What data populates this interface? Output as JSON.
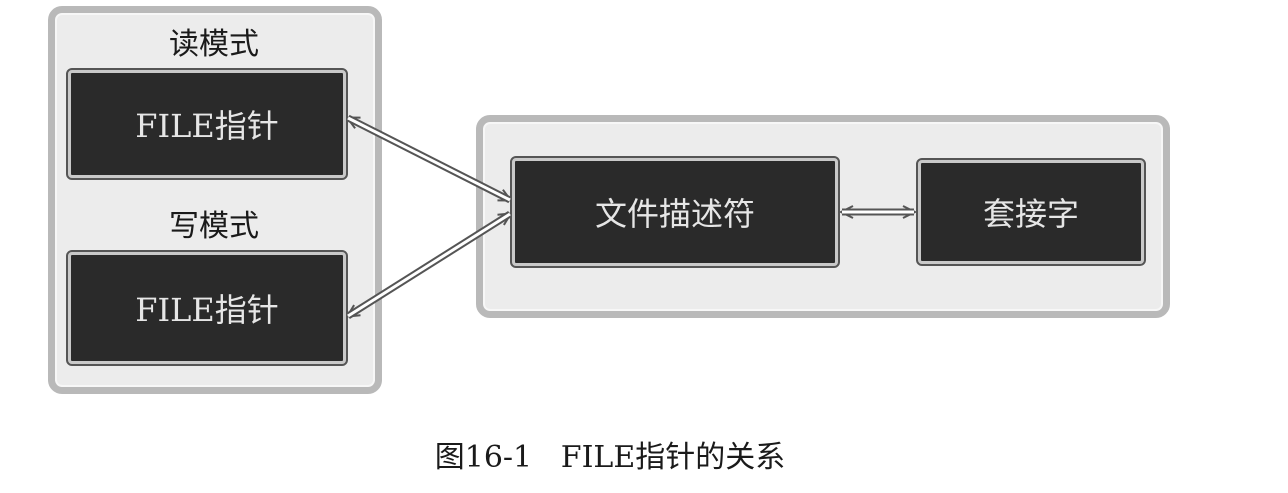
{
  "left_group": {
    "read_mode_label": "读模式",
    "write_mode_label": "写模式",
    "read_file_pointer": "FILE指针",
    "write_file_pointer": "FILE指针"
  },
  "right_group": {
    "file_descriptor": "文件描述符",
    "socket": "套接字"
  },
  "caption": "图16-1   FILE指针的关系",
  "colors": {
    "box_fill": "#2a2a2a",
    "box_text": "#e6e6e6",
    "panel_fill": "#ececec",
    "panel_border": "#b9b9b9"
  }
}
